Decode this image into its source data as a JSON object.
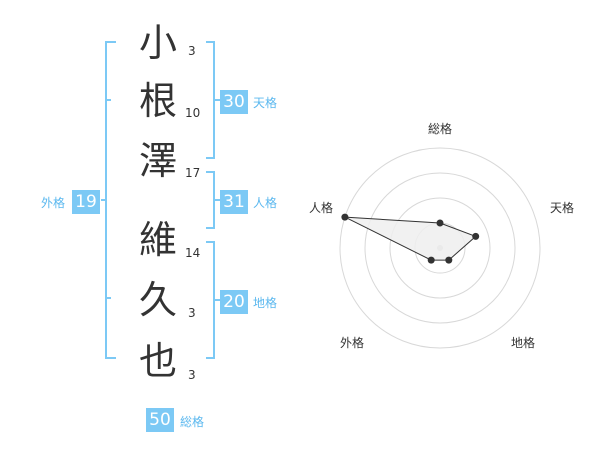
{
  "name_chars": [
    {
      "char": "小",
      "strokes": "3"
    },
    {
      "char": "根",
      "strokes": "10"
    },
    {
      "char": "澤",
      "strokes": "17"
    },
    {
      "char": "維",
      "strokes": "14"
    },
    {
      "char": "久",
      "strokes": "3"
    },
    {
      "char": "也",
      "strokes": "3"
    }
  ],
  "fortunes": {
    "tenkaku": {
      "label": "天格",
      "value": "30"
    },
    "jinkaku": {
      "label": "人格",
      "value": "31"
    },
    "chikaku": {
      "label": "地格",
      "value": "20"
    },
    "gaikaku": {
      "label": "外格",
      "value": "19"
    },
    "soukaku": {
      "label": "総格",
      "value": "50"
    }
  },
  "radar": {
    "axis_labels": {
      "top": "総格",
      "upper_right": "天格",
      "lower_right": "地格",
      "lower_left": "外格",
      "upper_left": "人格"
    },
    "levels": 4,
    "max": 4,
    "values": {
      "soukaku": 1,
      "tenkaku": 1.5,
      "chikaku": 0.6,
      "gaikaku": 0.6,
      "jinkaku": 4
    }
  },
  "colors": {
    "accent": "#7cc9f5",
    "label": "#5bb8ef",
    "bracket": "#7cc9f5",
    "grid": "#d8d8d8",
    "polygon_fill": "#efefef",
    "polygon_stroke": "#333333"
  }
}
